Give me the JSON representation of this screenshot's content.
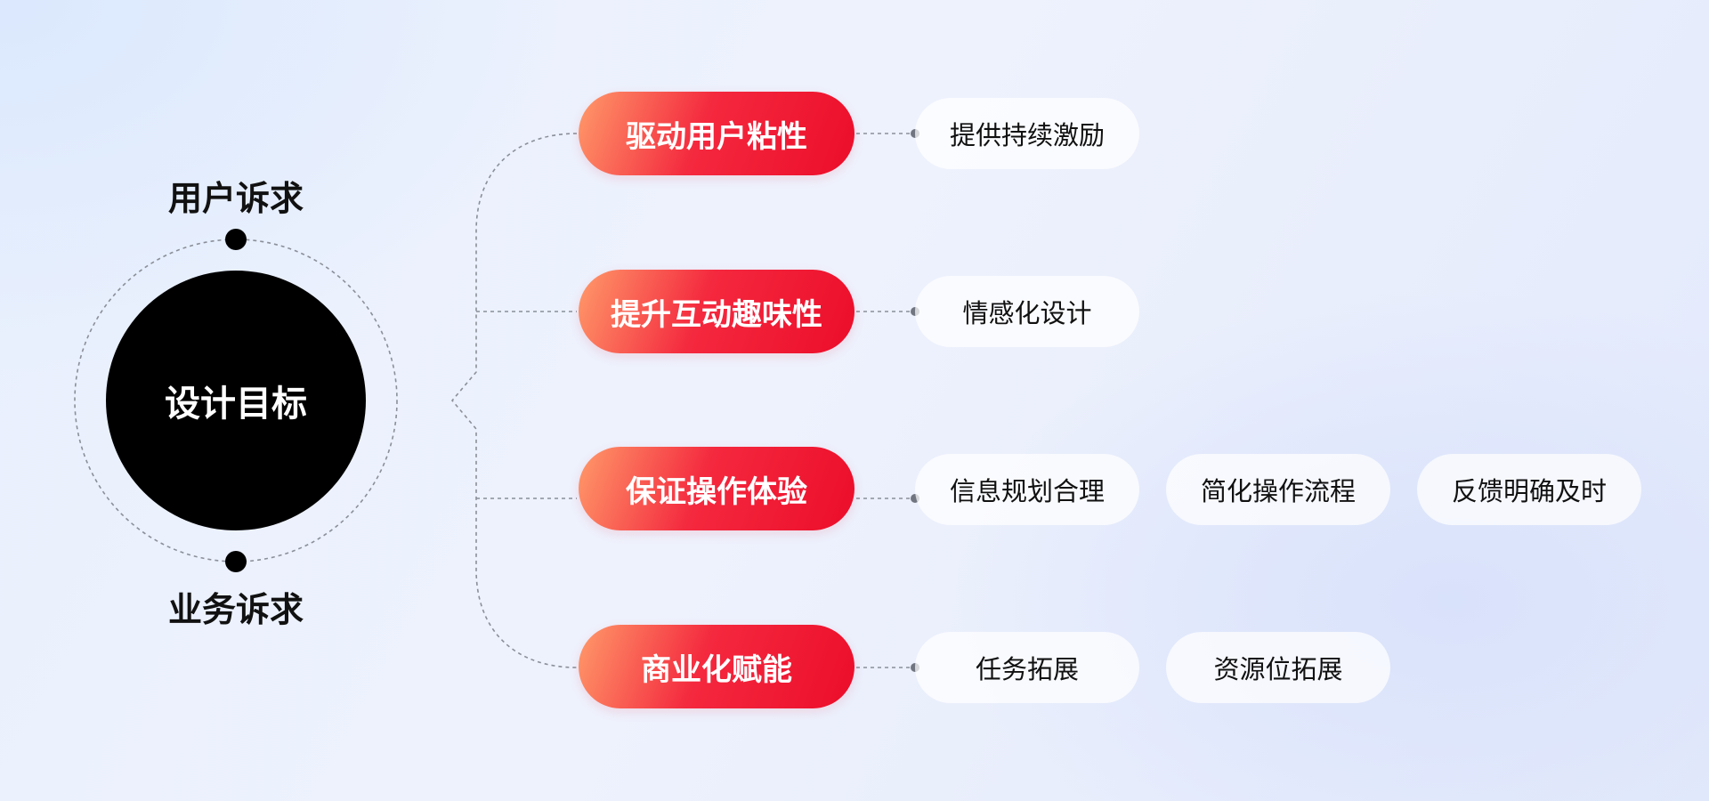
{
  "center": {
    "label": "设计目标",
    "top_label": "用户诉求",
    "bottom_label": "业务诉求"
  },
  "goals": [
    {
      "label": "驱动用户粘性",
      "items": [
        "提供持续激励"
      ]
    },
    {
      "label": "提升互动趣味性",
      "items": [
        "情感化设计"
      ]
    },
    {
      "label": "保证操作体验",
      "items": [
        "信息规划合理",
        "简化操作流程",
        "反馈明确及时"
      ]
    },
    {
      "label": "商业化赋能",
      "items": [
        "任务拓展",
        "资源位拓展"
      ]
    }
  ],
  "colors": {
    "hub": "#000000",
    "goal_gradient_start": "#ff9a6a",
    "goal_gradient_end": "#ec0d2a",
    "connector": "#8a8f99"
  }
}
